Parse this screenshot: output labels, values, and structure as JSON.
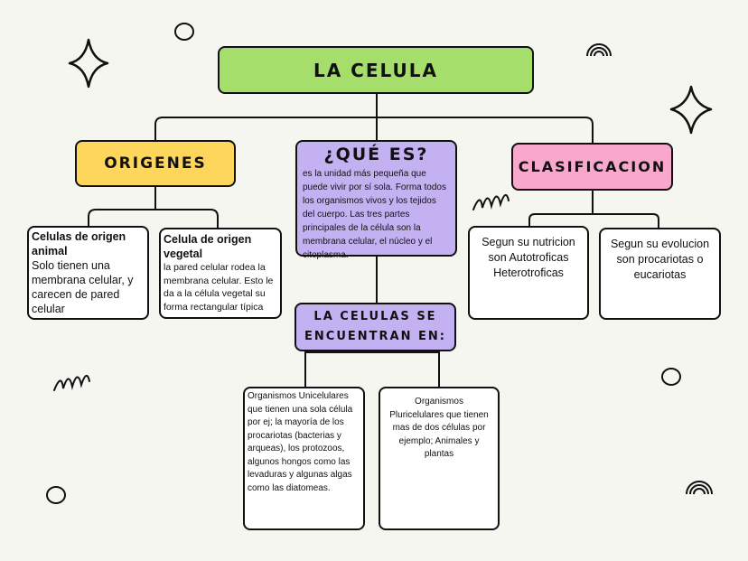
{
  "title": "LA CELULA",
  "origenes": {
    "title": "ORIGENES",
    "animal": {
      "heading": "Celulas de origen animal",
      "body": "Solo tienen una membrana celular, y carecen de pared celular"
    },
    "vegetal": {
      "heading": "Celula de origen vegetal",
      "body": "la pared celular rodea la membrana celular. Esto le da a la célula vegetal su forma rectangular típica"
    }
  },
  "que_es": {
    "title": "¿QUÉ ES?",
    "body": "es la unidad más pequeña que puede vivir por sí sola. Forma todos los organismos vivos y los tejidos del cuerpo. Las tres partes principales de la célula son la membrana celular, el núcleo y el citoplasma."
  },
  "clasificacion": {
    "title": "CLASIFICACION",
    "nutricion": "Segun su nutricion son Autotroficas Heterotroficas",
    "evolucion": "Segun su evolucion son procariotas o eucariotas"
  },
  "encuentran": {
    "title": "LA CELULAS SE ENCUENTRAN EN:",
    "unicelulares": "Organismos Unicelulares que tienen una sola célula por ej; la mayoría de los procariotas (bacterias y arqueas), los protozoos, algunos hongos como las levaduras y algunas algas como las diatomeas.",
    "pluricelulares": "Organismos Pluricelulares que tienen mas de dos células por ejemplo; Animales y plantas"
  }
}
